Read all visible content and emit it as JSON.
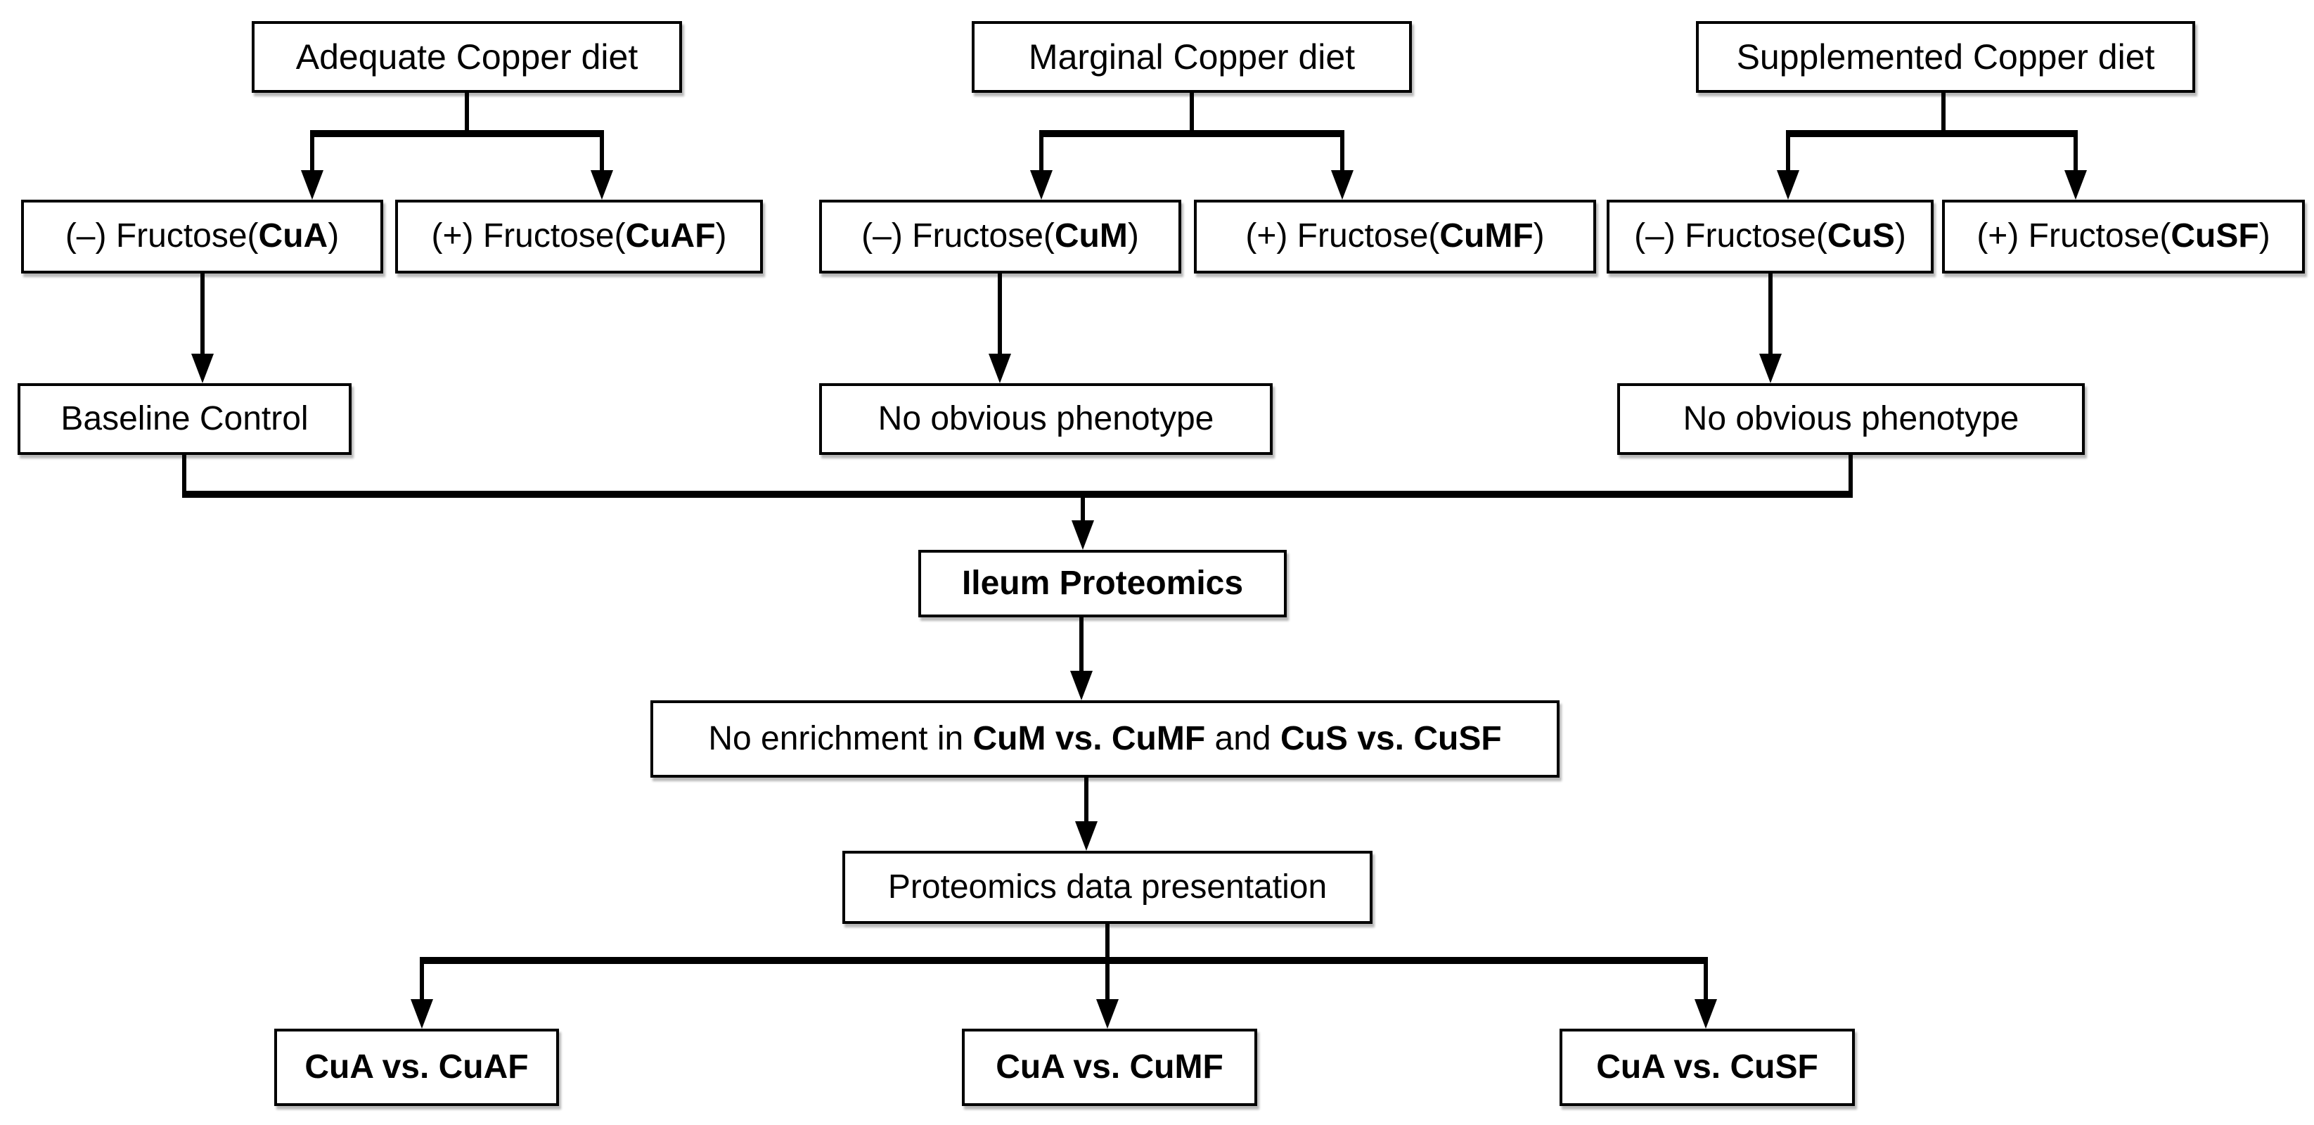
{
  "colors": {
    "background": "#ffffff",
    "line": "#000000",
    "box_border": "#000000",
    "text": "#000000"
  },
  "nodes": {
    "adequate_diet": {
      "label": "Adequate Copper diet"
    },
    "marginal_diet": {
      "label": "Marginal Copper diet"
    },
    "supplemented_diet": {
      "label": "Supplemented Copper diet"
    },
    "cua": {
      "pre": "(–) Fructose(",
      "code": "CuA",
      "post": ")"
    },
    "cuaf": {
      "pre": "(+) Fructose(",
      "code": "CuAF",
      "post": ")"
    },
    "cum": {
      "pre": "(–) Fructose(",
      "code": "CuM",
      "post": ")"
    },
    "cumf": {
      "pre": "(+) Fructose(",
      "code": "CuMF",
      "post": ")"
    },
    "cus": {
      "pre": "(–) Fructose(",
      "code": "CuS",
      "post": ")"
    },
    "cusf": {
      "pre": "(+) Fructose(",
      "code": "CuSF",
      "post": ")"
    },
    "baseline": {
      "label": "Baseline Control"
    },
    "phenotype_marginal": {
      "label": "No obvious phenotype"
    },
    "phenotype_supplemented": {
      "label": "No obvious phenotype"
    },
    "ileum": {
      "label": "Ileum Proteomics"
    },
    "enrichment": {
      "pre": "No enrichment in ",
      "bold1": "CuM vs. CuMF",
      "mid": " and ",
      "bold2": "CuS vs. CuSF"
    },
    "presentation": {
      "label": "Proteomics data presentation"
    },
    "cmp_cuaf": {
      "label": "CuA vs. CuAF"
    },
    "cmp_cumf": {
      "label": "CuA vs. CuMF"
    },
    "cmp_cusf": {
      "label": "CuA vs. CuSF"
    }
  }
}
